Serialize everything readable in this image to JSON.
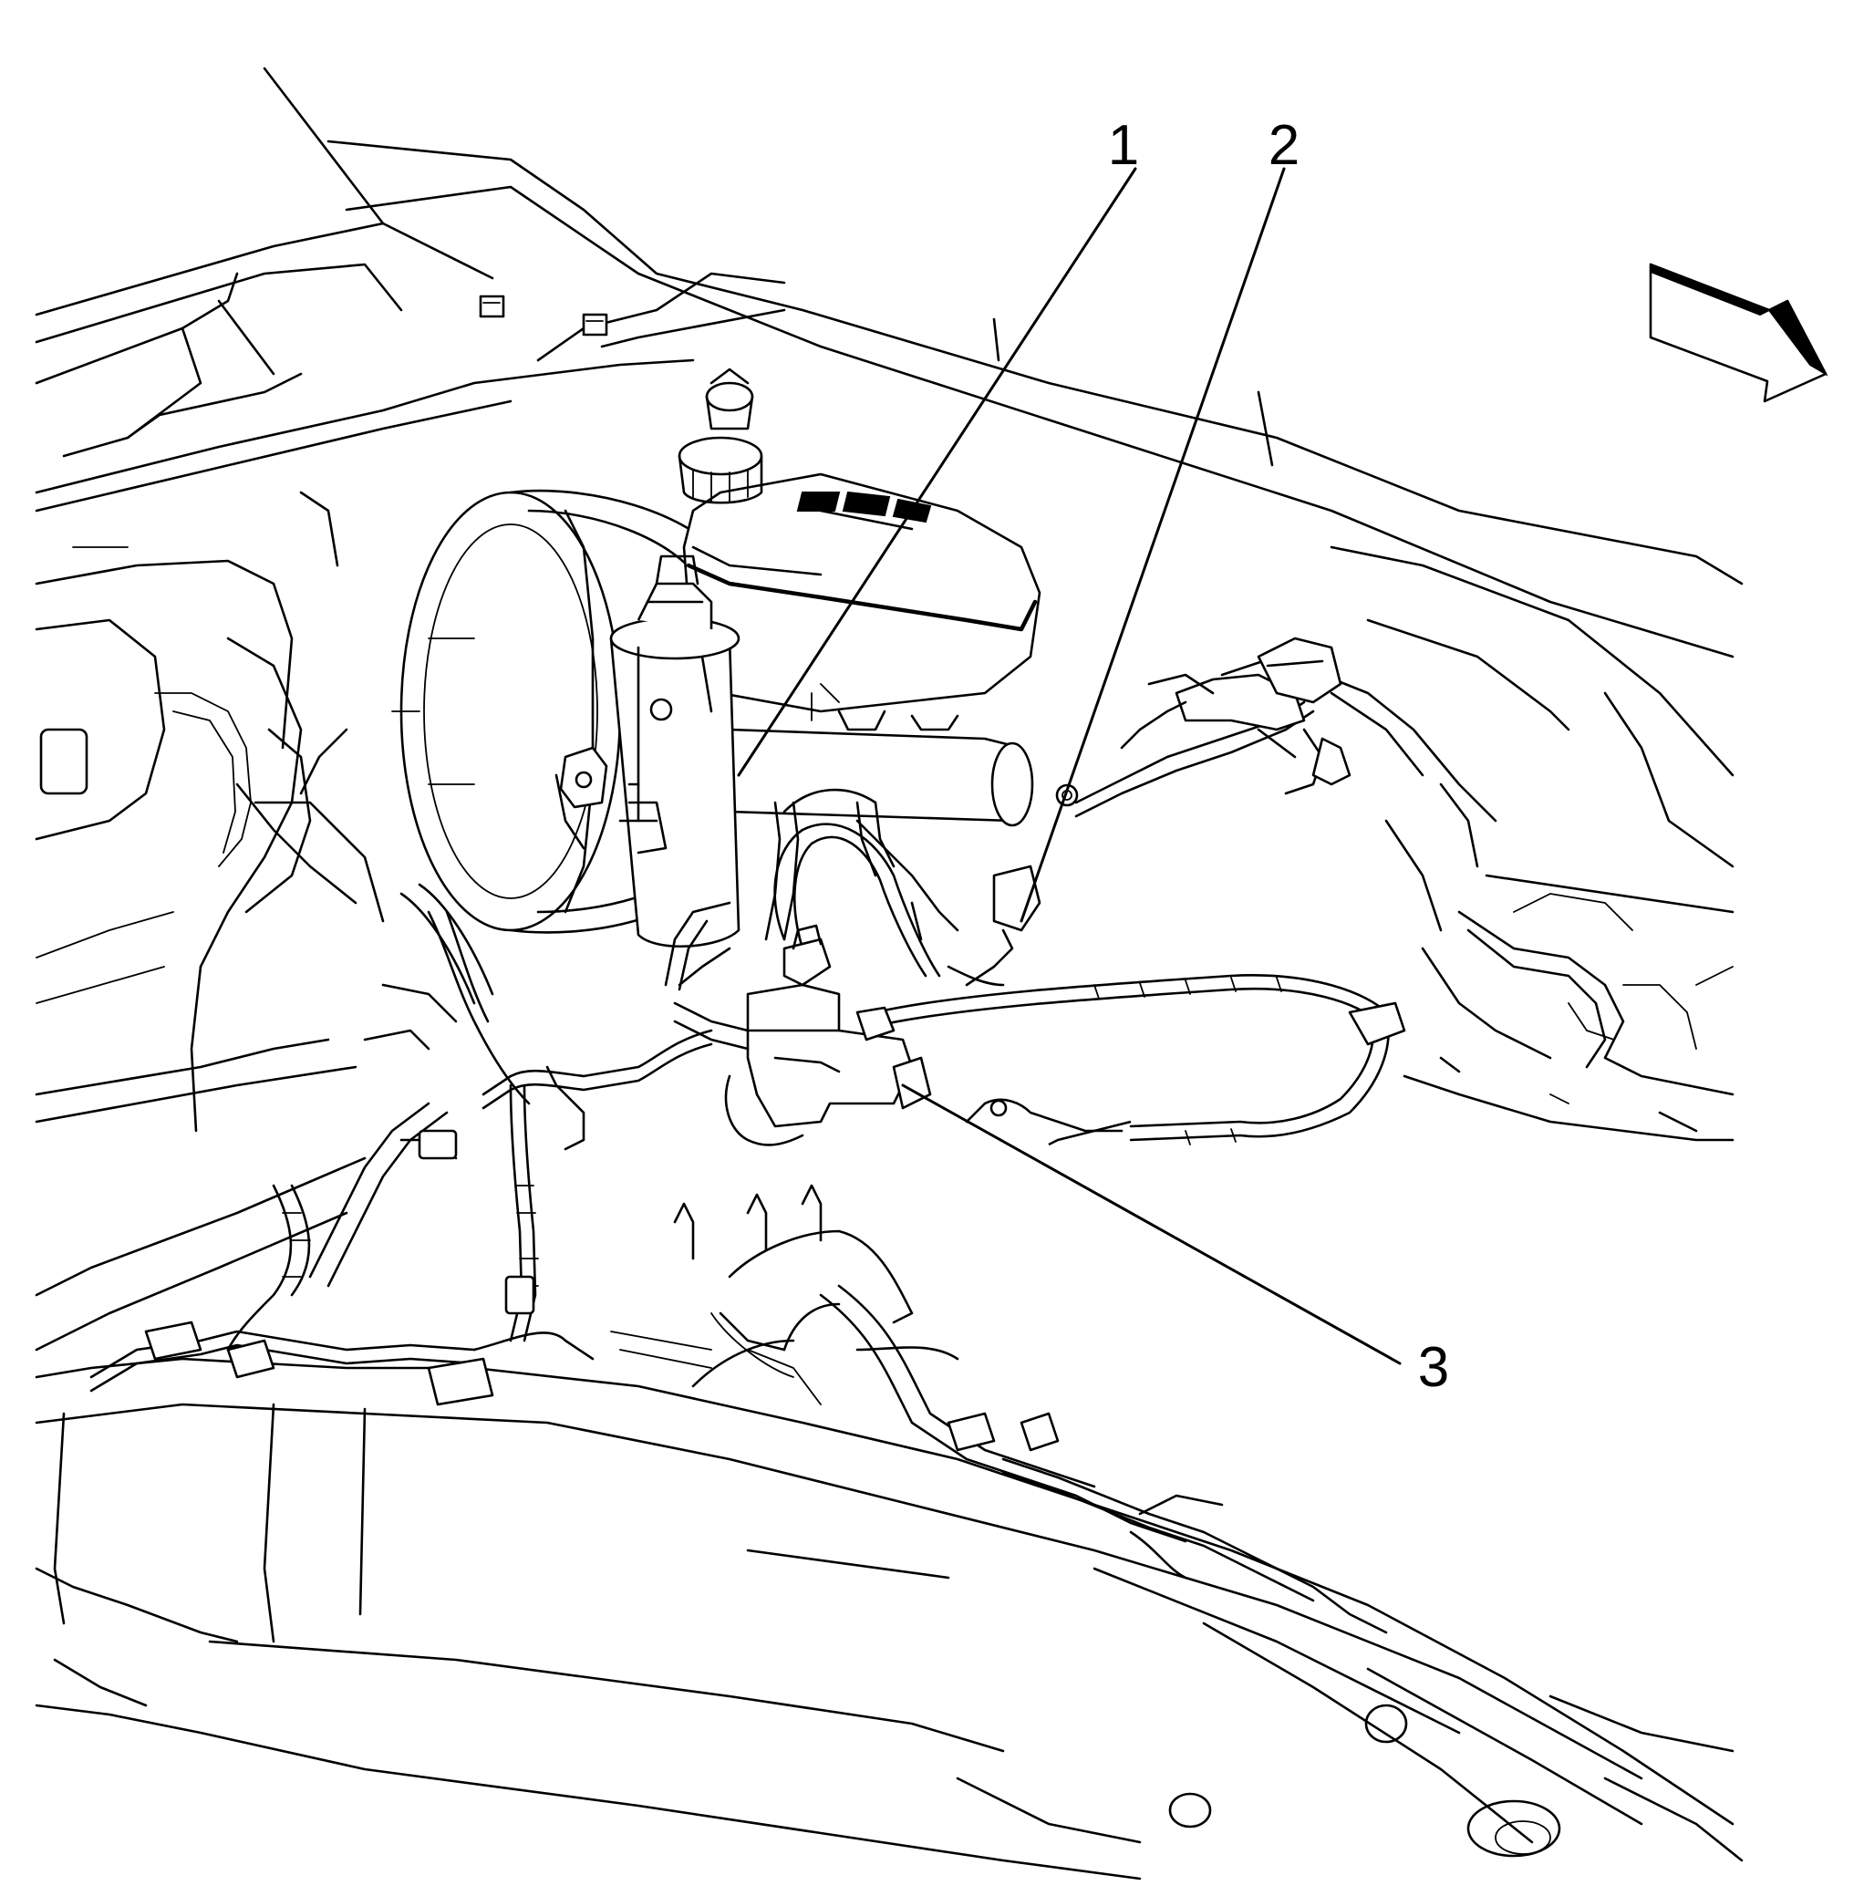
{
  "callouts": [
    {
      "id": "1",
      "label": "1"
    },
    {
      "id": "2",
      "label": "2"
    },
    {
      "id": "3",
      "label": "3"
    }
  ],
  "icons": {
    "direction_arrow": "direction-arrow-icon"
  },
  "colors": {
    "line": "#000000",
    "background": "#ffffff"
  }
}
